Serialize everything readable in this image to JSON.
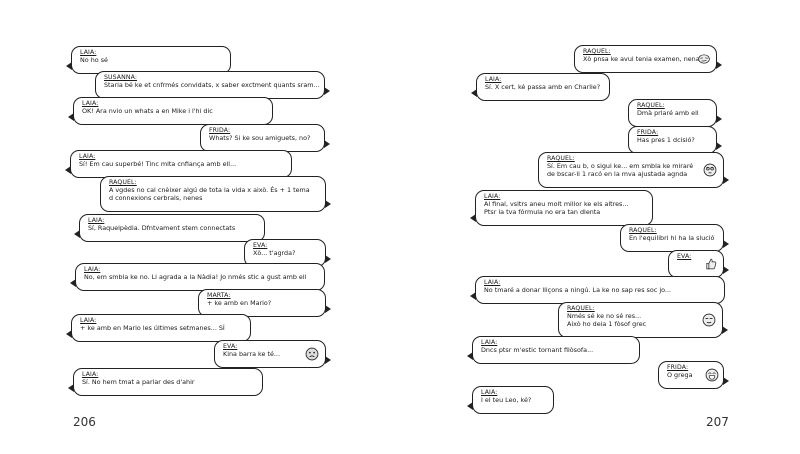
{
  "left_page": {
    "page_number": "206",
    "messages": [
      {
        "speaker": "LAIA:",
        "lines": [
          "No ho sé"
        ]
      },
      {
        "speaker": "SUSANNA:",
        "lines": [
          "Staria bé ke et cnfrmés convidats, x saber exctment quants sram..."
        ]
      },
      {
        "speaker": "LAIA:",
        "lines": [
          "OK! Ara nvio un whats a en Mike i l'hi dic"
        ]
      },
      {
        "speaker": "FRIDA:",
        "lines": [
          "Whats? Si ke sou amiguets, no?"
        ]
      },
      {
        "speaker": "LAIA:",
        "lines": [
          "Sí! Em cau superbé! Tinc mlta cnfiança amb ell..."
        ]
      },
      {
        "speaker": "RAQUEL:",
        "lines": [
          "A vgdes no cal cnèixer algú de tota la vida x això. És + 1 tema",
          "d connexions cerbrals, nenes"
        ]
      },
      {
        "speaker": "LAIA:",
        "lines": [
          "Sí, Raquelpèdia. Dfntvament stem connectats"
        ]
      },
      {
        "speaker": "EVA:",
        "lines": [
          "Xò... t'agrda?"
        ]
      },
      {
        "speaker": "LAIA:",
        "lines": [
          "No, em smbla ke no. Li agrada a la Nàdia! Jo nmés stic a gust amb ell"
        ]
      },
      {
        "speaker": "MARTA:",
        "lines": [
          "+ ke amb en Mario?"
        ]
      },
      {
        "speaker": "LAIA:",
        "lines": [
          "+ ke amb en Mario les últimes setmanes... SÍ"
        ]
      },
      {
        "speaker": "EVA:",
        "lines": [
          "Kina barra ke té..."
        ],
        "emoji": "grumpy-face-icon"
      },
      {
        "speaker": "LAIA:",
        "lines": [
          "Sí. No hem tmat a parlar des d'ahir"
        ]
      }
    ]
  },
  "right_page": {
    "page_number": "207",
    "messages": [
      {
        "speaker": "RAQUEL:",
        "lines": [
          "Xò pnsa ke avui tenia examen, nena"
        ],
        "emoji": "smirk-face-icon"
      },
      {
        "speaker": "LAIA:",
        "lines": [
          "Sí. X cert, ké passa amb en Charlie?"
        ]
      },
      {
        "speaker": "RAQUEL:",
        "lines": [
          "Dmà prlaré amb ell"
        ]
      },
      {
        "speaker": "FRIDA:",
        "lines": [
          "Has pres 1 dcisió?"
        ]
      },
      {
        "speaker": "RAQUEL:",
        "lines": [
          "Sí. Em cau b, o sigui ke... em smbla ke miraré",
          "de bscar-li 1 racó en la mva ajustada agnda"
        ],
        "emoji": "eyes-up-face-icon"
      },
      {
        "speaker": "LAIA:",
        "lines": [
          "Al final, vsltrs aneu molt millor ke els altres...",
          "Ptsr la tva fórmula no era tan dlenta"
        ]
      },
      {
        "speaker": "RAQUEL:",
        "lines": [
          "En l'equilibri hi ha la slució"
        ]
      },
      {
        "speaker": "EVA:",
        "lines": [
          ""
        ],
        "emoji": "thumbs-up-icon"
      },
      {
        "speaker": "LAIA:",
        "lines": [
          "No tmaré a donar lliçons a ningú. La ke no sap res soc jo..."
        ]
      },
      {
        "speaker": "RAQUEL:",
        "lines": [
          "Nmés sé ke no sé res...",
          "Això ho deia 1 fòsof grec"
        ],
        "emoji": "sleepy-face-icon"
      },
      {
        "speaker": "LAIA:",
        "lines": [
          "Dncs ptsr m'estic tornant filòsofa..."
        ]
      },
      {
        "speaker": "FRIDA:",
        "lines": [
          "O grega"
        ],
        "emoji": "laughing-face-icon"
      },
      {
        "speaker": "LAIA:",
        "lines": [
          "I el teu Leo, ké?"
        ]
      }
    ]
  }
}
